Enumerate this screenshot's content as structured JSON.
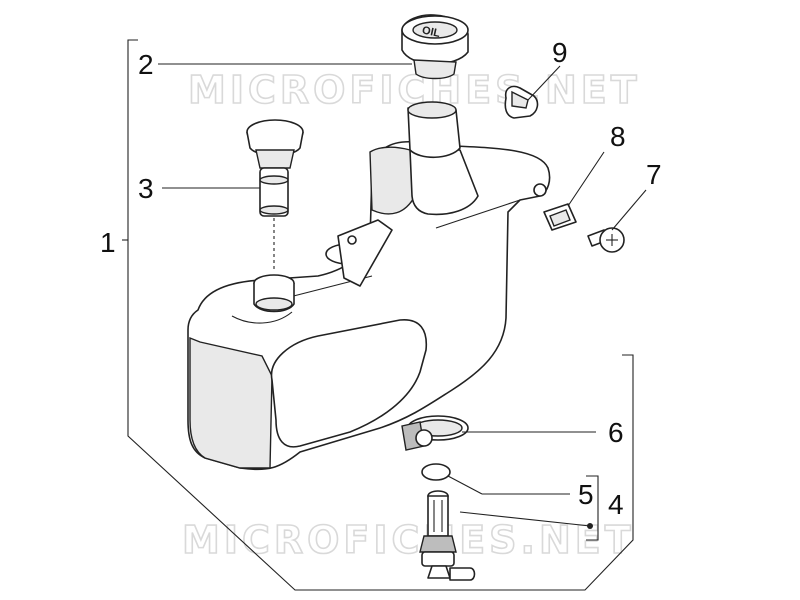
{
  "watermark": "MICROFICHES.NET",
  "callouts": {
    "c1": "1",
    "c2": "2",
    "c3": "3",
    "c4": "4",
    "c5": "5",
    "c6": "6",
    "c7": "7",
    "c8": "8",
    "c9": "9"
  },
  "cap_text": "OIL",
  "colors": {
    "line": "#222222",
    "watermark": "#d9d9d9",
    "background": "#ffffff"
  }
}
